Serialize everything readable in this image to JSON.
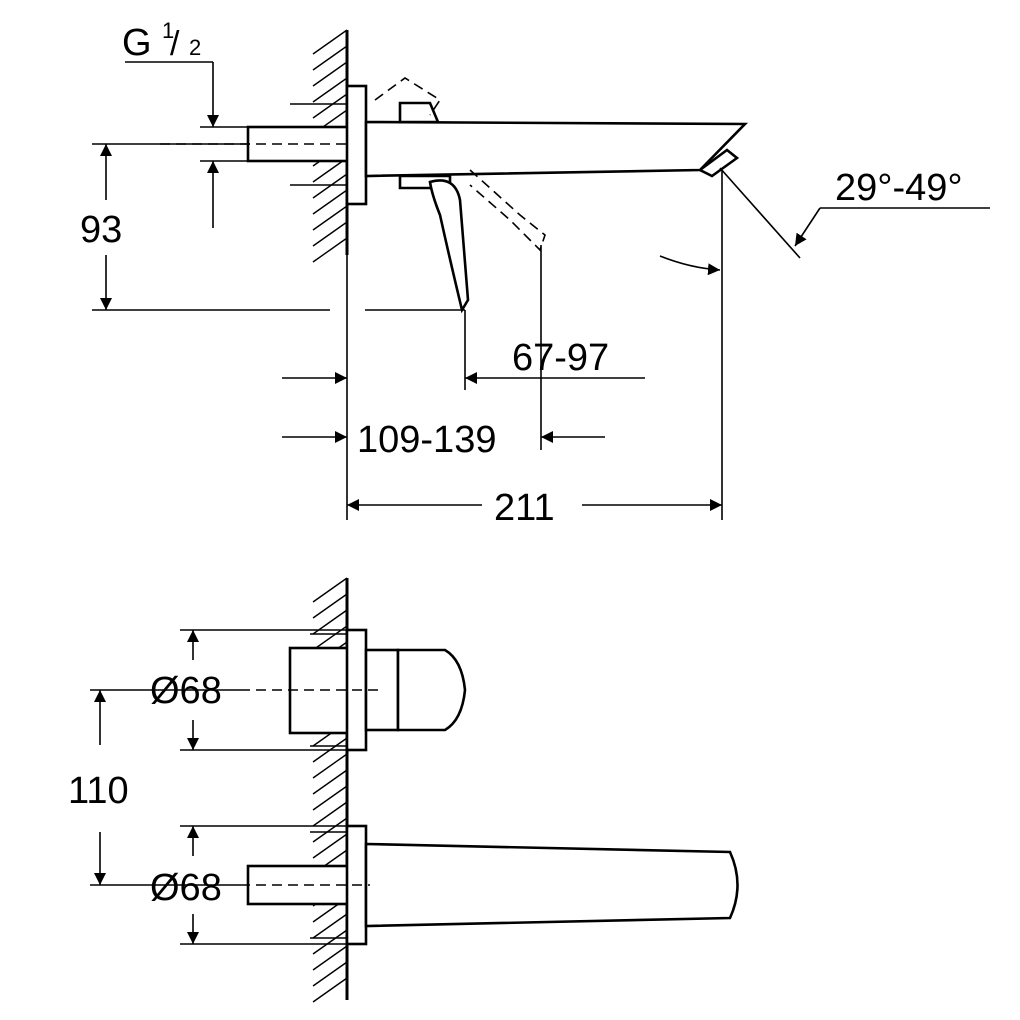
{
  "labels": {
    "thread": "G",
    "thread_num": "1",
    "thread_den": "2",
    "height_93": "93",
    "angle": "29°-49°",
    "reach_67_97": "67-97",
    "reach_109_139": "109-139",
    "projection_211": "211",
    "diameter_top": "Ø68",
    "spacing_110": "110",
    "diameter_bottom": "Ø68"
  }
}
